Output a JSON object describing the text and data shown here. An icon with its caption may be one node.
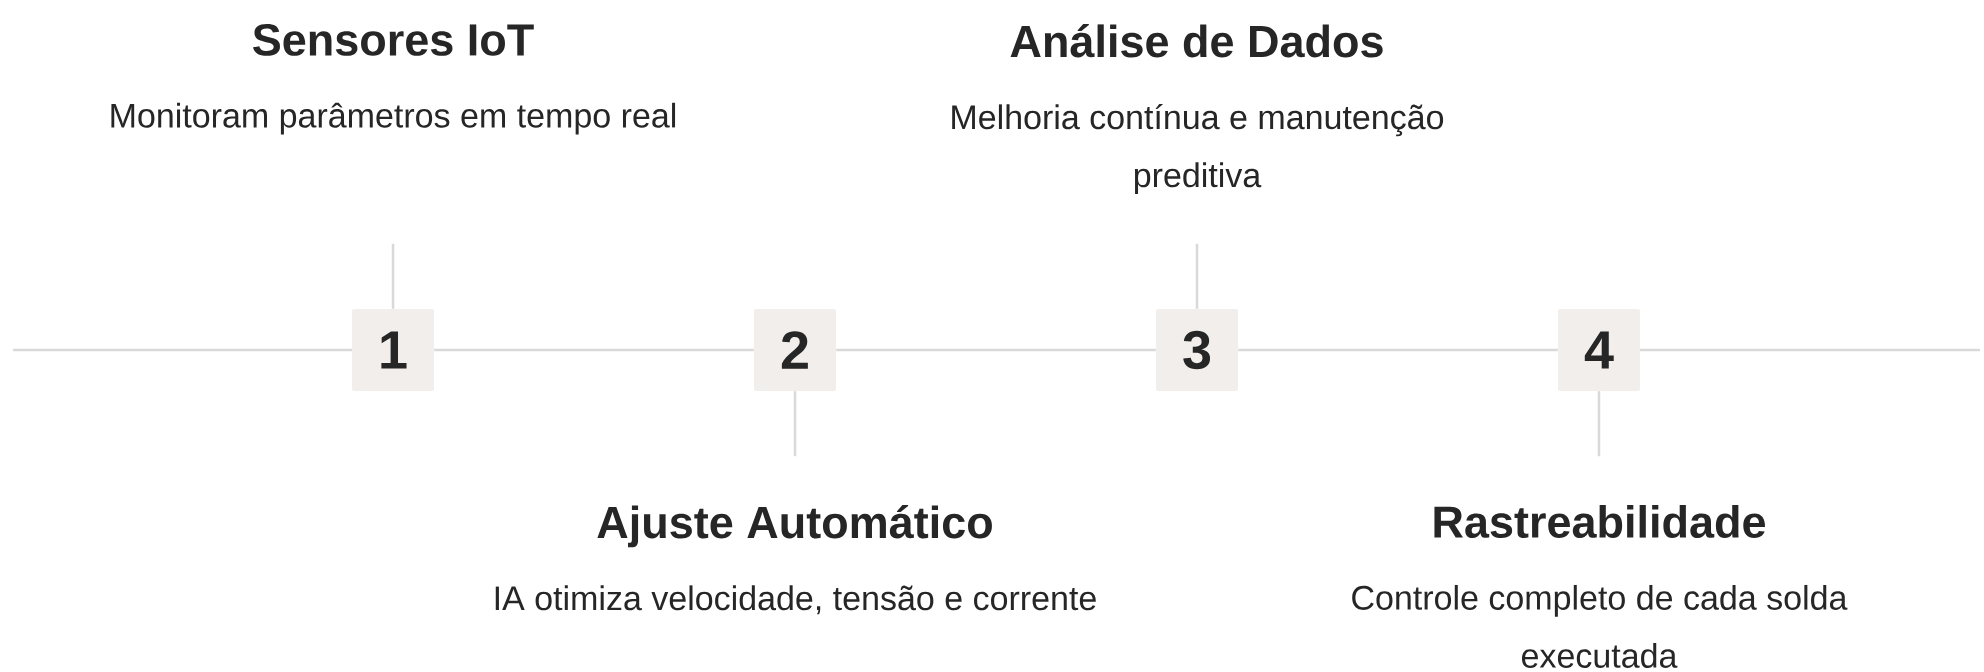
{
  "diagram": {
    "nodes": [
      {
        "text": [
          "1"
        ]
      },
      {
        "text": [
          "Sensores IoT",
          "Monitoram parâmetros em tempo real"
        ]
      },
      {
        "text": [
          "2"
        ]
      },
      {
        "text": [
          "Ajuste Automático",
          "IA otimiza velocidade, tensão e corrente"
        ]
      },
      {
        "text": [
          "3"
        ]
      },
      {
        "text": [
          "Análise de Dados",
          "Melhoria contínua e manutenção preditiva"
        ]
      },
      {
        "text": [
          "4"
        ]
      },
      {
        "text": [
          "Rastreabilidade",
          "Controle completo de cada solda executada"
        ]
      }
    ],
    "edges": [
      {
        "from": 0,
        "to": null,
        "arrow": "none"
      },
      {
        "from": 2,
        "to": null,
        "arrow": "none"
      },
      {
        "from": 4,
        "to": null,
        "arrow": "none"
      },
      {
        "from": 6,
        "to": null,
        "arrow": "none"
      },
      {
        "from": 0,
        "to": 2,
        "arrow": "none"
      },
      {
        "from": 2,
        "to": 4,
        "arrow": "none"
      },
      {
        "from": 4,
        "to": 6,
        "arrow": "none"
      }
    ]
  }
}
